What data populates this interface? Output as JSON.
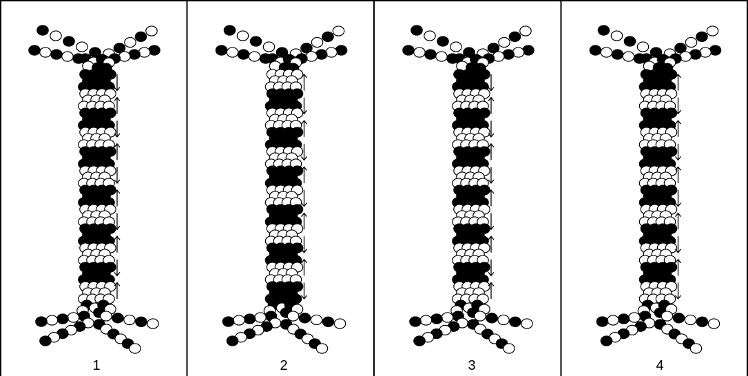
{
  "panels": [
    {
      "label": "1",
      "bands": [
        "black",
        "white",
        "black",
        "white",
        "black",
        "white",
        "black",
        "white",
        "black",
        "white",
        "black",
        "white"
      ],
      "arrows": [
        "down",
        "up",
        "down",
        "up",
        "down",
        "up",
        "down",
        "up",
        "down",
        "up"
      ]
    },
    {
      "label": "2",
      "bands": [
        "white",
        "black",
        "white",
        "black",
        "white",
        "black",
        "white",
        "black",
        "white",
        "black",
        "white",
        "black"
      ],
      "arrows": [
        "up",
        "down",
        "up",
        "down",
        "up",
        "down",
        "up",
        "down",
        "up",
        "down"
      ]
    },
    {
      "label": "3",
      "bands": [
        "black",
        "white",
        "black",
        "white",
        "black",
        "white",
        "black",
        "white",
        "black",
        "white",
        "black",
        "white"
      ],
      "arrows": [
        "down",
        "up",
        "down",
        "up",
        "down",
        "up",
        "down",
        "up",
        "down",
        "up"
      ]
    },
    {
      "label": "4",
      "bands": [
        "black",
        "white",
        "black",
        "white",
        "black",
        "white",
        "black",
        "white",
        "black",
        "white",
        "black",
        "white"
      ],
      "arrows": [
        "up",
        "down",
        "up",
        "down",
        "up",
        "down",
        "up",
        "down",
        "up",
        "down"
      ]
    }
  ],
  "colors": {
    "filled": "#000000",
    "open": "#ffffff",
    "stroke": "#000000",
    "border": "#000000"
  }
}
